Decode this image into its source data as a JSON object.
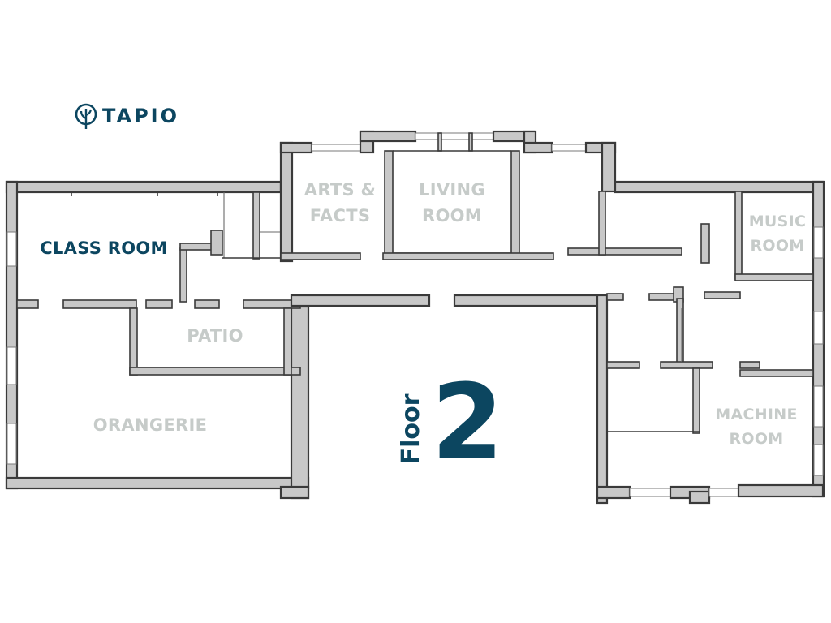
{
  "brand": {
    "name": "TAPIO",
    "icon": "tree-in-circle-icon",
    "color": "#0c4660"
  },
  "floor": {
    "word": "Floor",
    "number": "2"
  },
  "rooms": {
    "class_room": "CLASS ROOM",
    "patio": "PATIO",
    "orangerie": "ORANGERIE",
    "arts_line1": "ARTS &",
    "arts_line2": "FACTS",
    "living_line1": "LIVING",
    "living_line2": "ROOM",
    "music_line1": "MUSIC",
    "music_line2": "ROOM",
    "machine_line1": "MACHINE",
    "machine_line2": "ROOM"
  },
  "colors": {
    "active_room": "#0c4660",
    "inactive_room": "#c6cbc9",
    "wall_fill": "#c8c8c8",
    "wall_stroke": "#3a3a3a"
  }
}
